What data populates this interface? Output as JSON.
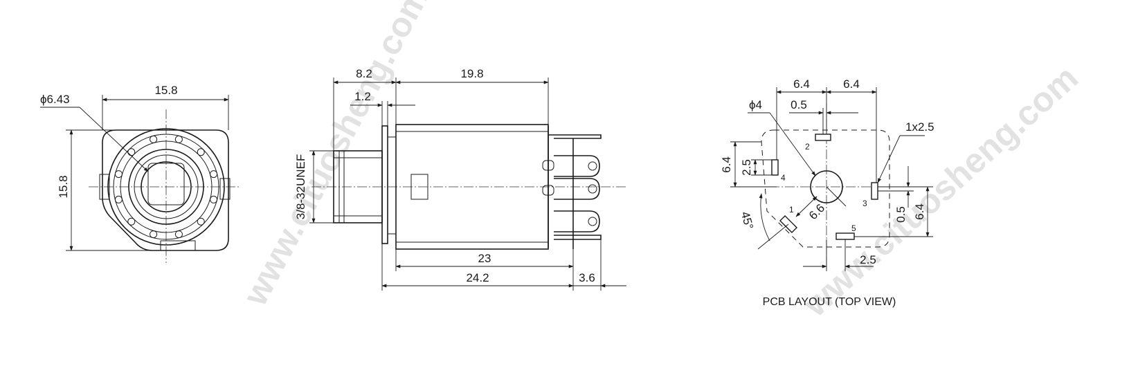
{
  "front_view": {
    "dim_width": "15.8",
    "dim_height": "15.8",
    "dim_bore": "ϕ6.43"
  },
  "side_view": {
    "dim_flange": "8.2",
    "dim_body": "19.8",
    "dim_washer": "1.2",
    "dim_thread": "3/8-32UNEF",
    "dim_body_length": "23",
    "dim_total": "24.2",
    "dim_pin": "3.6"
  },
  "pcb_layout": {
    "dim_top_left": "6.4",
    "dim_top_right": "6.4",
    "dim_offset_top": "0.5",
    "dim_hole": "ϕ4",
    "dim_slot": "1x2.5",
    "dim_left_height": "6.4",
    "dim_left_pad": "2.5",
    "dim_angle": "45°",
    "dim_radius": "6.6",
    "dim_right_offset": "0.5",
    "dim_right_height": "6.4",
    "dim_bottom": "2.5",
    "pin_1": "1",
    "pin_2": "2",
    "pin_3": "3",
    "pin_4": "4",
    "pin_5": "5",
    "title": "PCB LAYOUT (TOP VIEW)"
  },
  "watermark": {
    "text": "www.cituosheng.com"
  }
}
